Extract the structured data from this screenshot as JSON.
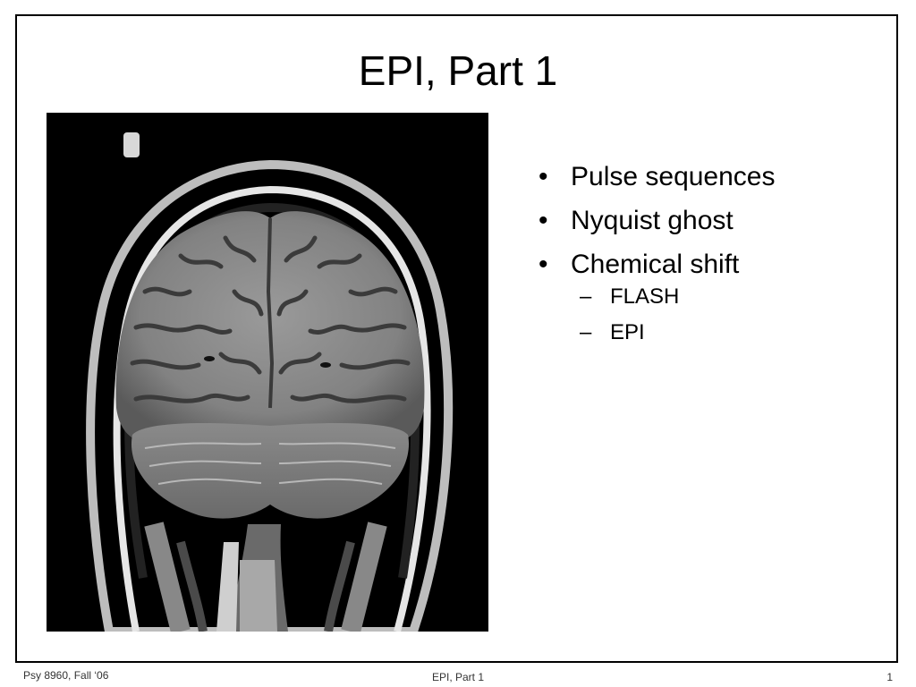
{
  "slide": {
    "title": "EPI, Part 1",
    "bullets": [
      {
        "level": 1,
        "marker": "•",
        "text": "Pulse sequences"
      },
      {
        "level": 1,
        "marker": "•",
        "text": "Nyquist ghost"
      },
      {
        "level": 1,
        "marker": "•",
        "text": "Chemical shift"
      },
      {
        "level": 2,
        "marker": "–",
        "text": "FLASH"
      },
      {
        "level": 2,
        "marker": "–",
        "text": "EPI"
      }
    ],
    "image": {
      "icon": "mri-brain-coronal-image"
    }
  },
  "footer": {
    "left": "Psy 8960, Fall ‘06",
    "center": "EPI, Part 1",
    "right": "1"
  },
  "colors": {
    "background": "#ffffff",
    "border": "#000000",
    "image_background": "#000000"
  }
}
